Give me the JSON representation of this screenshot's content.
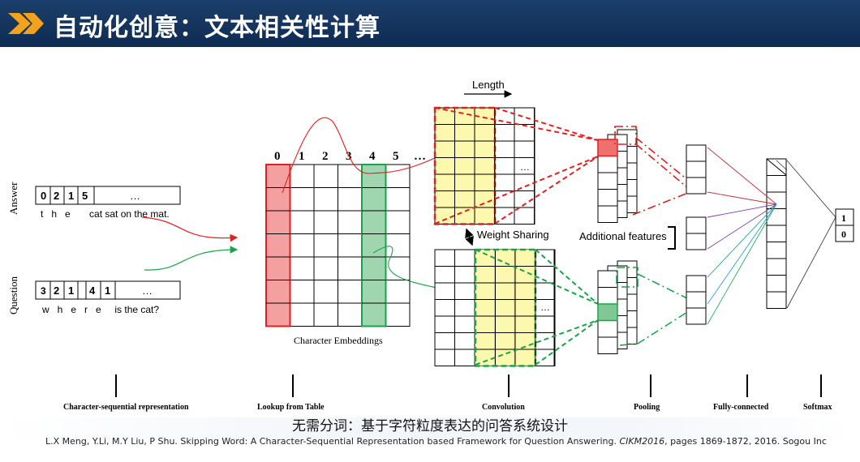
{
  "header": {
    "title": "自动化创意：文本相关性计算"
  },
  "diagram": {
    "answer_label": "Answer",
    "question_label": "Question",
    "answer_codes": [
      "0",
      "2",
      "1",
      "5",
      "…"
    ],
    "answer_text": "t   h   e       cat sat on the mat.",
    "question_codes": [
      "3",
      "2",
      "1",
      "4",
      "1",
      "…"
    ],
    "question_text": "w   h   e   r   e     is the cat?",
    "column_indices": [
      "0",
      "1",
      "2",
      "3",
      "4",
      "5",
      "…"
    ],
    "embedding_caption": "Character Embeddings",
    "length_label": "Length",
    "weight_sharing_label": "Weight Sharing",
    "additional_features_label": "Additional features",
    "ellipsis": "…",
    "softmax_outputs": [
      "1",
      "0"
    ],
    "stages": [
      "Character-sequential representation",
      "Lookup from Table",
      "Convolution",
      "Pooling",
      "Fully-connected",
      "Softmax"
    ],
    "colors": {
      "embedding_red": "#f4a0a0",
      "embedding_green": "#9fd6b0",
      "conv_yellow": "#fbf7a0",
      "red_line": "#e02020",
      "green_line": "#1aa34a"
    }
  },
  "footer": {
    "subtitle": "无需分词：基于字符粒度表达的问答系统设计",
    "citation_main": "L.X Meng, Y.Li, M.Y Liu, P Shu.  Skipping Word: A Character-Sequential Representation based Framework for Question Answering.",
    "citation_venue": "CIKM2016",
    "citation_tail": ", pages 1869-1872, 2016. Sogou Inc"
  }
}
